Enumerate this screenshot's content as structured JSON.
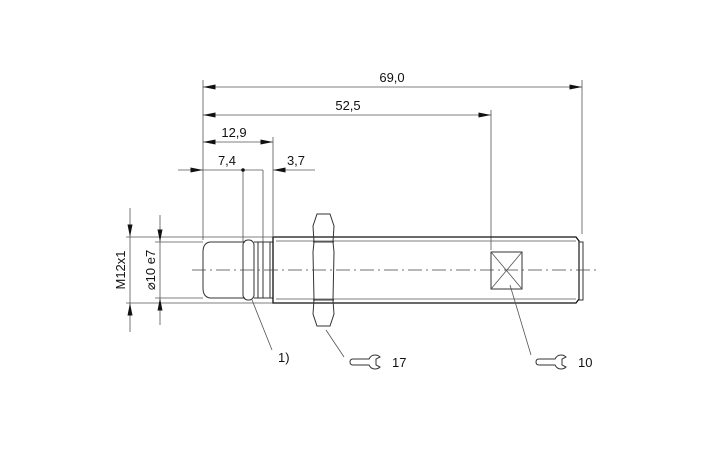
{
  "dimensions": {
    "overall_length": "69,0",
    "led_position": "52,5",
    "front_length": "12,9",
    "oring_position": "7,4",
    "groove_width": "3,7",
    "thread": "M12x1",
    "diameter": "⌀10 e7"
  },
  "callouts": {
    "note": "1)",
    "nut_wrench_size": "17",
    "led_wrench_size": "10"
  },
  "icons": [
    "wrench-icon",
    "wrench-icon"
  ]
}
